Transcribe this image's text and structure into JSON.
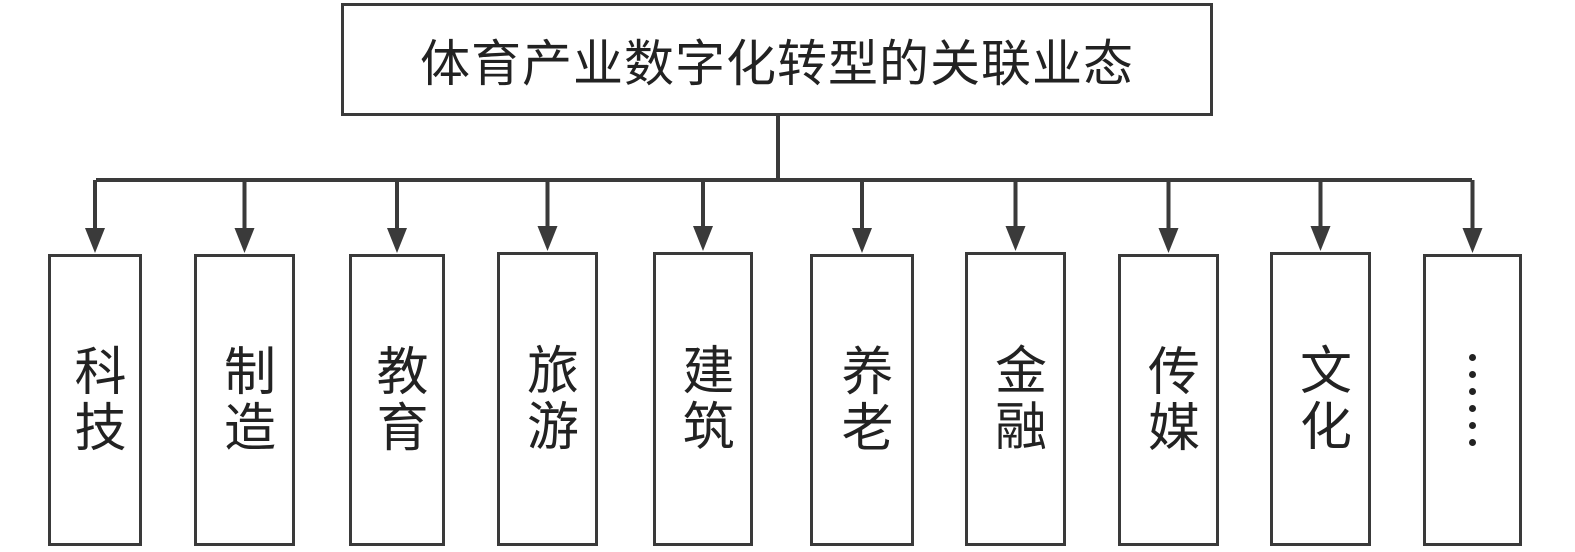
{
  "root": {
    "label": "体育产业数字化转型的关联业态"
  },
  "children": [
    {
      "label": "科技"
    },
    {
      "label": "制造"
    },
    {
      "label": "教育"
    },
    {
      "label": "旅游"
    },
    {
      "label": "建筑"
    },
    {
      "label": "养老"
    },
    {
      "label": "金融"
    },
    {
      "label": "传媒"
    },
    {
      "label": "文化"
    },
    {
      "label": "……"
    }
  ],
  "colors": {
    "line": "#3a3a3a",
    "text": "#222222",
    "background": "#ffffff"
  }
}
